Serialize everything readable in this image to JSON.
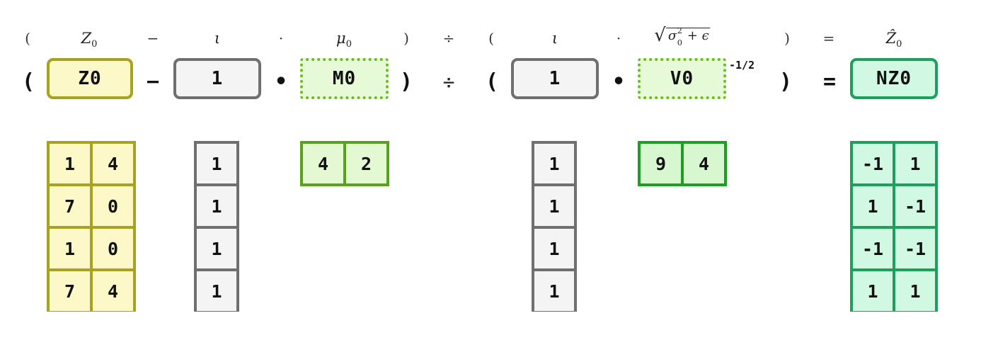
{
  "annotations": {
    "paren_open_1": "(",
    "z0_base": "Z",
    "z0_sub": "0",
    "minus": "−",
    "iota_1": "ι",
    "dot_1": "·",
    "mu_base": "μ",
    "mu_sub": "0",
    "paren_close_1": ")",
    "divide": "÷",
    "paren_open_2": "(",
    "iota_2": "ι",
    "dot_2": "·",
    "sqrt_sigma": "σ",
    "sqrt_sup": "2",
    "sqrt_sub": "0",
    "sqrt_rest": " + ϵ",
    "paren_close_2": ")",
    "equals": "=",
    "zhat_base": "Ẑ",
    "zhat_sub": "0"
  },
  "formula": {
    "paren_open_1": "(",
    "minus": "−",
    "dot_1": "•",
    "paren_close_1": ")",
    "divide": "÷",
    "paren_open_2": "(",
    "dot_2": "•",
    "paren_close_2": ")",
    "equals": "=",
    "exponent": "-1/2",
    "boxes": {
      "z0": "Z0",
      "ones_1": "1",
      "m0": "M0",
      "ones_2": "1",
      "v0": "V0",
      "nz0": "NZ0"
    }
  },
  "matrices": {
    "z0": [
      [
        "1",
        "4"
      ],
      [
        "7",
        "0"
      ],
      [
        "1",
        "0"
      ],
      [
        "7",
        "4"
      ]
    ],
    "ones_1": [
      [
        "1"
      ],
      [
        "1"
      ],
      [
        "1"
      ],
      [
        "1"
      ]
    ],
    "m0": [
      [
        "4",
        "2"
      ]
    ],
    "ones_2": [
      [
        "1"
      ],
      [
        "1"
      ],
      [
        "1"
      ],
      [
        "1"
      ]
    ],
    "v0": [
      [
        "9",
        "4"
      ]
    ],
    "nz0": [
      [
        "-1",
        "1"
      ],
      [
        "1",
        "-1"
      ],
      [
        "-1",
        "-1"
      ],
      [
        "1",
        "1"
      ]
    ]
  },
  "colors": {
    "yellow_border": "#a7a21f",
    "yellow_fill": "#fcf8c7",
    "gray_border": "#6f6f6f",
    "gray_fill": "#f4f4f4",
    "m0_border": "#59a11f",
    "v0_border": "#1e9e22",
    "teal_border": "#1ca05c",
    "teal_fill": "#d1f8e3"
  }
}
